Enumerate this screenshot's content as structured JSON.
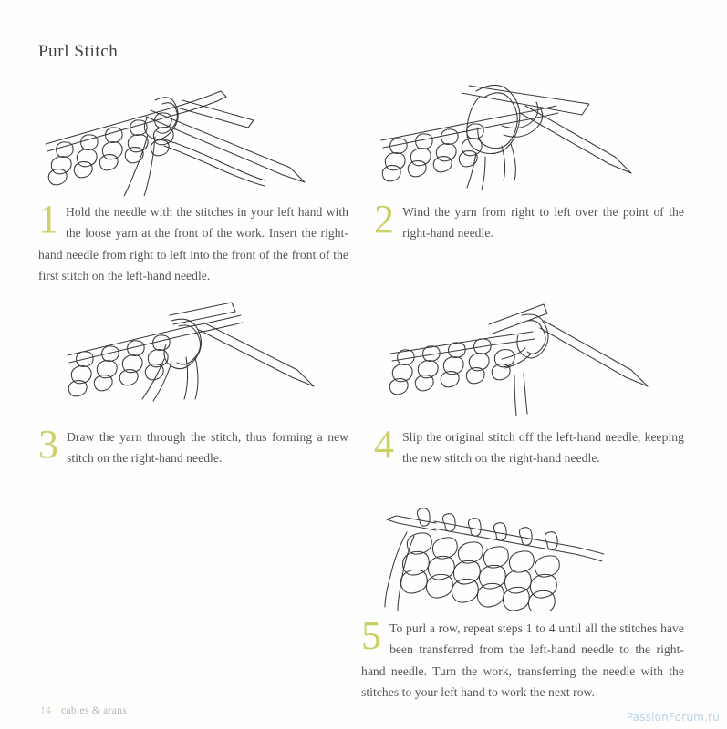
{
  "page": {
    "title": "Purl Stitch",
    "background_color": "#ffffff",
    "text_color": "#555353",
    "accent_color": "#cbd167"
  },
  "steps": [
    {
      "number": "1",
      "text": "Hold the needle with the stitches in your left hand with the loose yarn at the front of the work. Insert the right-hand needle from right to left into the front of the front of the first stitch on the left-hand needle.",
      "illustration": "knitting-needles-insert-right-needle"
    },
    {
      "number": "2",
      "text": "Wind the yarn from right to left over the point of the right-hand needle.",
      "illustration": "knitting-needles-wind-yarn"
    },
    {
      "number": "3",
      "text": "Draw the yarn through the stitch, thus forming a new stitch on the right-hand needle.",
      "illustration": "knitting-needles-draw-yarn-through"
    },
    {
      "number": "4",
      "text": "Slip the original stitch off the left-hand needle, keeping the new stitch on the right-hand needle.",
      "illustration": "knitting-needles-slip-stitch-off"
    },
    {
      "number": "5",
      "text": "To purl a row, repeat steps 1 to 4 until all the stitches have been transferred from the left-hand needle to the right-hand needle. Turn the work, transferring the needle with the stitches to your left hand to work the next row.",
      "illustration": "knitting-completed-purl-row"
    }
  ],
  "footer": {
    "folio": "14",
    "chapter": "cables & arans"
  },
  "watermark": {
    "text": "PassionForum.ru",
    "color": "#b9d3e8"
  }
}
